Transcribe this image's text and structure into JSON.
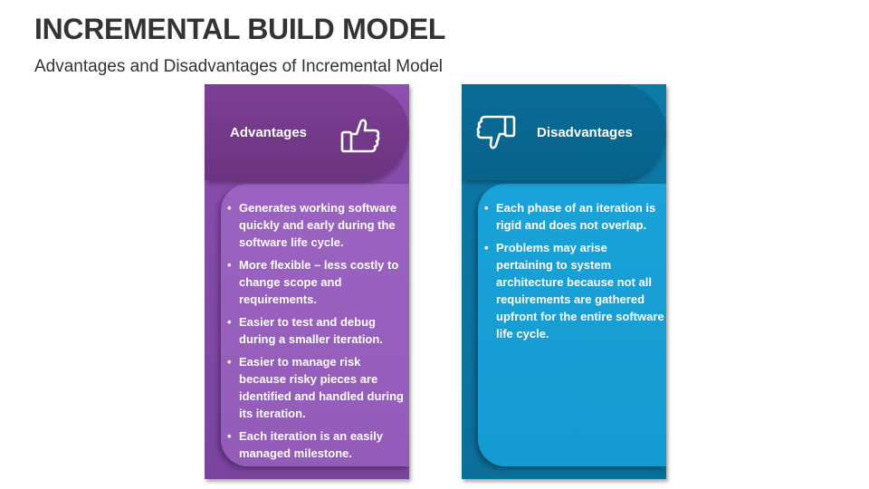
{
  "title": "INCREMENTAL BUILD MODEL",
  "subtitle": "Advantages and Disadvantages of Incremental Model",
  "advantages": {
    "heading": "Advantages",
    "icon": "thumbs-up-icon",
    "color": "#7d3f95",
    "points": [
      "Generates working software quickly and early during the software life cycle.",
      "More flexible – less costly to change scope and requirements.",
      "Easier to test and debug during a smaller iteration.",
      "Easier to manage risk because risky pieces are identified and handled during its iteration.",
      "Each iteration is an easily managed milestone."
    ]
  },
  "disadvantages": {
    "heading": "Disadvantages",
    "icon": "thumbs-down-icon",
    "color": "#0a6c96",
    "points": [
      "Each phase of an iteration is rigid and does not overlap.",
      "Problems may arise pertaining to system architecture because not all requirements are gathered upfront for the entire software life cycle."
    ]
  }
}
